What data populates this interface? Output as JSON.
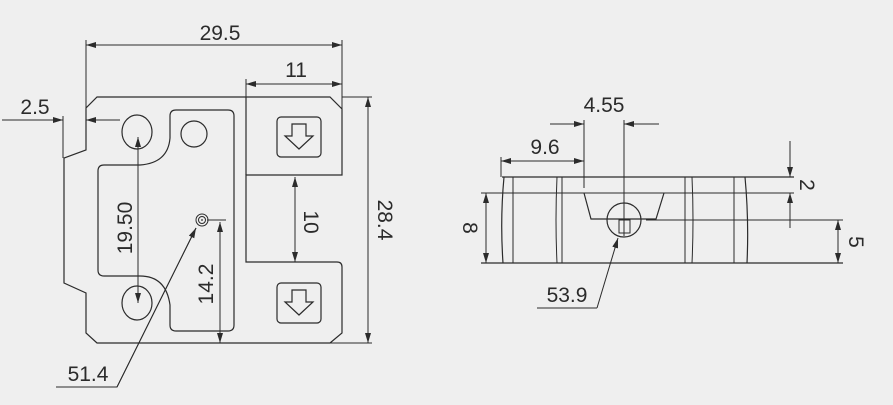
{
  "front_view": {
    "overall_width": "29.5",
    "right_section_width": "11",
    "left_offset": "2.5",
    "overall_height": "28.4",
    "slot_spacing": "19.50",
    "hole_height": "14.2",
    "gap_between_sections": "10",
    "leader_callout": "51.4"
  },
  "side_view": {
    "offset_left": "9.6",
    "center_offset": "4.55",
    "top_step": "2",
    "total_height": "8",
    "hole_height": "5",
    "leader_callout": "53.9"
  },
  "colors": {
    "background": "#efefef",
    "line": "#2b2b2b"
  }
}
